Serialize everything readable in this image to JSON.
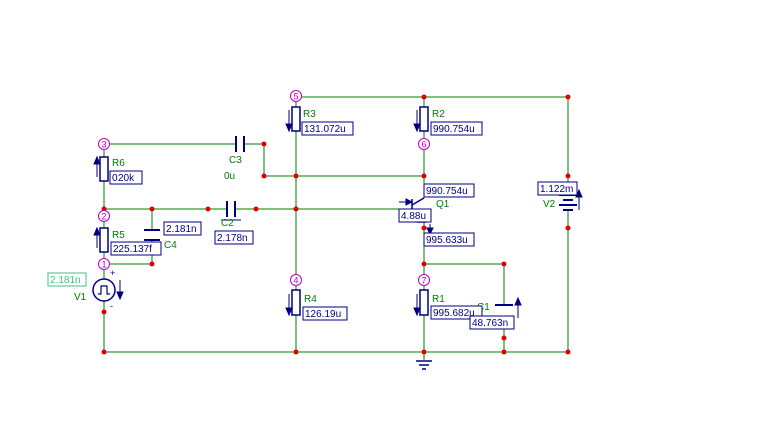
{
  "colors": {
    "wire": "#008000",
    "node": "#e00000",
    "component": "#000080",
    "label": "#008000",
    "node_marker": "#c000c0",
    "meter_box": "#000080",
    "source_box": "#40c080",
    "background": "#ffffff"
  },
  "nodes": [
    "1",
    "2",
    "3",
    "4",
    "5",
    "6",
    "7"
  ],
  "components": {
    "R1": {
      "name": "R1",
      "current": "995.682u"
    },
    "R2": {
      "name": "R2",
      "current": "990.754u"
    },
    "R3": {
      "name": "R3",
      "current": "131.072u"
    },
    "R4": {
      "name": "R4",
      "current": "126.19u"
    },
    "R5": {
      "name": "R5",
      "current": "225.137f"
    },
    "R6": {
      "name": "R6",
      "current": "0",
      "value": "20k"
    },
    "C1": {
      "name": "C1",
      "current": "48.763n"
    },
    "C2": {
      "name": "C2",
      "current": "2.178n"
    },
    "C3": {
      "name": "C3",
      "current": "0u"
    },
    "C4": {
      "name": "C4",
      "current": "2.181n"
    },
    "Q1": {
      "name": "Q1",
      "collector": "990.754u",
      "base": "4.88u",
      "emitter": "995.633u"
    },
    "V1": {
      "name": "V1",
      "current": "2.181n"
    },
    "V2": {
      "name": "V2",
      "current": "1.122m"
    }
  }
}
